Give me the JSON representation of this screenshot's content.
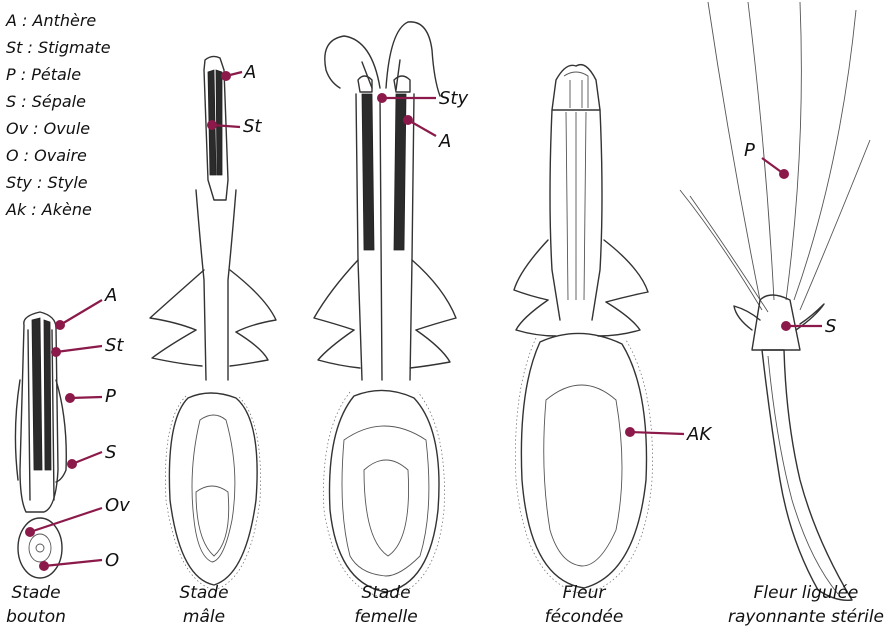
{
  "legend": [
    "A : Anthère",
    "St : Stigmate",
    "P : Pétale",
    "S : Sépale",
    "Ov : Ovule",
    "O : Ovaire",
    "Sty : Style",
    "Ak : Akène"
  ],
  "captions": {
    "bouton": [
      "Stade",
      "bouton"
    ],
    "male": [
      "Stade",
      "mâle"
    ],
    "femelle": [
      "Stade",
      "femelle"
    ],
    "feconde": [
      "Fleur",
      "fécondée"
    ],
    "ligulee": [
      "Fleur ligulée",
      "rayonnante stérile"
    ]
  },
  "labels": {
    "bouton": [
      "A",
      "St",
      "P",
      "S",
      "Ov",
      "O"
    ],
    "male": [
      "A",
      "St"
    ],
    "femelle": [
      "Sty",
      "A"
    ],
    "feconde": [
      "AK"
    ],
    "ligulee": [
      "P",
      "S"
    ]
  },
  "colors": {
    "pointer": "#8b1a4a",
    "ink": "#333333"
  }
}
